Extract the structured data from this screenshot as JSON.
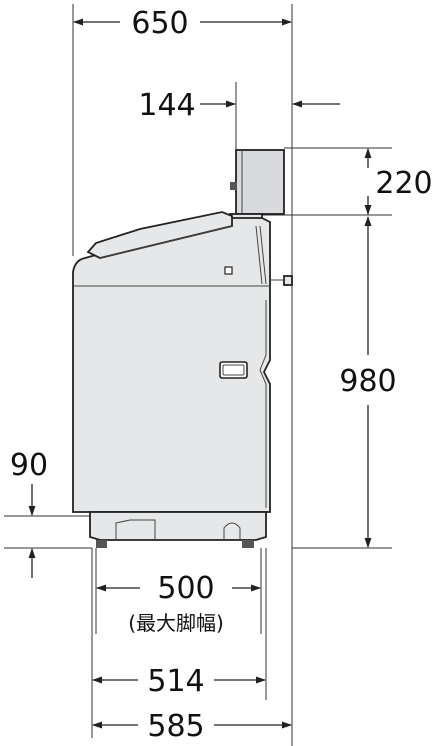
{
  "colors": {
    "line": "#222222",
    "body_fill": "#e6e7e9",
    "panel_fill": "#d9dadd",
    "background": "#ffffff"
  },
  "dimensions": {
    "total_width": "650",
    "hose_offset": "144",
    "tap_height": "220",
    "body_height": "980",
    "foot_height": "90",
    "max_foot_width": "500",
    "max_foot_width_note": "(最大脚幅)",
    "width_514": "514",
    "width_585": "585"
  }
}
